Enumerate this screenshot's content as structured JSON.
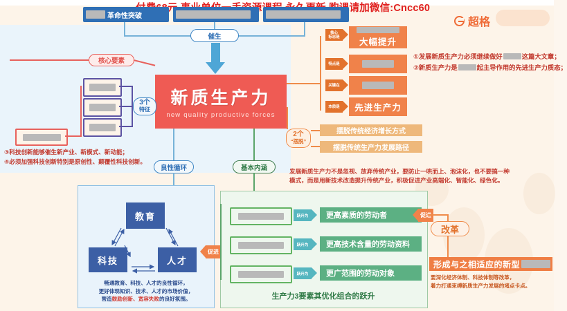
{
  "banner": {
    "promo_text": "付费68元 事业单位一手资源课程 永久更新 购课请加微信:Cncc60"
  },
  "logo": {
    "name": "超格",
    "icon": "g-circle-icon"
  },
  "top_boxes": [
    {
      "label": "革命性突破"
    },
    {
      "label": ""
    },
    {
      "label": ""
    }
  ],
  "connectors": {
    "cuisheng": "催生",
    "hexin_yaosu": "核心要素",
    "san_ge": "3个",
    "tezheng": "特征",
    "liangxing_xunhuan": "良性循环",
    "jiben_neihan": "基本内涵",
    "liang_ge": "2个",
    "baituo": "“摆脱”",
    "gaige": "改革",
    "cujin": "促进"
  },
  "core_card": {
    "title_cn": "新质生产力",
    "title_en": "new quality productive forces"
  },
  "right_levels": [
    {
      "tag": "核心\n标志是",
      "text": "大幅提升",
      "blurred": false
    },
    {
      "tag": "特点是",
      "text": "",
      "blurred": true
    },
    {
      "tag": "关键在",
      "text": "",
      "blurred": true
    },
    {
      "tag": "本质是",
      "text": "先进生产力",
      "blurred": false
    }
  ],
  "right_notes": [
    {
      "prefix": "①发展新质生产力必须继续做好",
      "suffix": "这篇大文章；"
    },
    {
      "prefix": "②新质生产力是",
      "suffix": "起主导作用的先进生产力质态；"
    }
  ],
  "left_notes": [
    "③科技创新能够催生新产业、新模式、新动能；",
    "④必须加强科技创新特别是原创性、颠覆性科技创新。"
  ],
  "two_escapes": [
    "摆脱传统经济增长方式",
    "摆脱传统生产力发展路径"
  ],
  "middle_paragraph": {
    "line1": "发展新质生产力不是忽视、放弃传统产业，要防止一哄而上、泡沫化，也不要搞一种",
    "line2": "模式，而是用新技术改造提升传统产业，积极促进产业高端化、智能化、绿色化。"
  },
  "education_triangle": {
    "top": "教育",
    "left": "科技",
    "right": "人才",
    "caption_line1": "畅通教育、科技、人才的良性循环，",
    "caption_line2": "更好体现知识、技术、人才的市场价值，",
    "caption_line3_a": "营造",
    "caption_line3_b": "鼓励创新、宽容失败",
    "caption_line3_c": "的良好氛围。"
  },
  "productivity": {
    "arrow_label": "跃升为",
    "items": [
      "更高素质的劳动者",
      "更高技术含量的劳动资料",
      "更广范围的劳动对象"
    ],
    "caption": "生产力3要素其优化组合的跃升"
  },
  "reform": {
    "promote_label": "促进",
    "title": "形成与之相适应的新型",
    "caption_line1": "要深化经济体制、科技体制等改革，",
    "caption_line2": "着力打通束缚新质生产力发展的堵点卡点。"
  },
  "colors": {
    "red": "#ef5b54",
    "orange": "#f0824a",
    "blue": "#3c5fa5",
    "green": "#5cb083",
    "light_blue": "#4ea6d6",
    "cream_bg": "#fdf4e9"
  }
}
